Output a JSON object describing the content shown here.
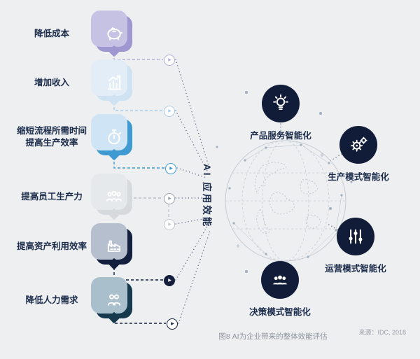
{
  "center_label": "AI 应用效能",
  "left_items": [
    {
      "label": "降低成本",
      "icon": "piggy-bank-icon",
      "color": "#9d98cf"
    },
    {
      "label": "增加收入",
      "icon": "revenue-chart-icon",
      "color": "#cfe2f1"
    },
    {
      "label": "缩短流程所需时间\n提高生产效率",
      "icon": "stopwatch-icon",
      "color": "#3f9ad2"
    },
    {
      "label": "提高员工生产力",
      "icon": "team-icon",
      "color": "#d6dadd"
    },
    {
      "label": "提高资产利用效率",
      "icon": "factory-icon",
      "color": "#131f3d"
    },
    {
      "label": "降低人力需求",
      "icon": "workforce-icon",
      "color": "#17394e"
    }
  ],
  "right_items": [
    {
      "label": "产品服务智能化",
      "icon": "idea-bulb-icon"
    },
    {
      "label": "生产模式智能化",
      "icon": "machine-gear-icon"
    },
    {
      "label": "运营模式智能化",
      "icon": "control-sliders-icon"
    },
    {
      "label": "决策模式智能化",
      "icon": "people-group-icon"
    }
  ],
  "caption": {
    "figure_label": "图8 AI为企业带来的整体效能评估",
    "source": "来源：IDC, 2018"
  },
  "theme": {
    "background": "#edeff1",
    "navy": "#131f3d",
    "blue": "#3f9ad2",
    "purple": "#9d98cf",
    "text_dark": "#1b2b4a",
    "muted_text": "#8d939b",
    "globe_line": "#c6ccd3"
  }
}
